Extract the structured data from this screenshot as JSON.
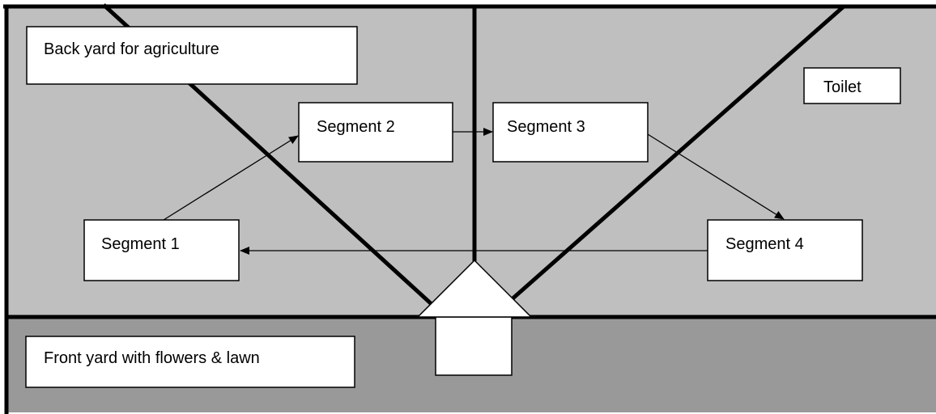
{
  "colors": {
    "back_yard": "#bfbfbf",
    "front_yard": "#999999",
    "line": "#000000",
    "box": "#ffffff"
  },
  "areas": {
    "back_yard_label": "Back yard for agriculture",
    "front_yard_label": "Front yard with flowers & lawn",
    "toilet_label": "Toilet"
  },
  "segments": [
    {
      "label": "Segment 1"
    },
    {
      "label": "Segment 2"
    },
    {
      "label": "Segment 3"
    },
    {
      "label": "Segment 4"
    }
  ],
  "flow": [
    {
      "from": "Segment 1",
      "to": "Segment 2"
    },
    {
      "from": "Segment 2",
      "to": "Segment 3"
    },
    {
      "from": "Segment 3",
      "to": "Segment 4"
    },
    {
      "from": "Segment 4",
      "to": "Segment 1"
    }
  ],
  "icons": {
    "entrance": "up-arrow-icon"
  }
}
